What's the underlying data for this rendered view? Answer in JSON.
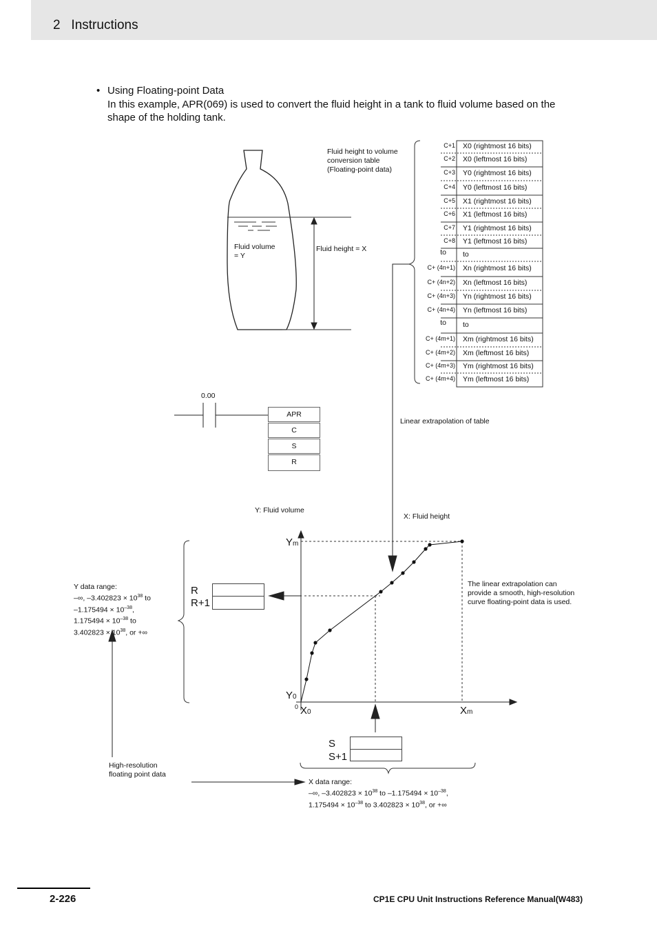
{
  "header": {
    "section": "2",
    "title": "Instructions"
  },
  "intro": {
    "bullet": "•",
    "heading": "Using Floating-point Data",
    "text_line1": "In this example, APR(069) is used to convert the fluid height in a tank to fluid volume based on the",
    "text_line2": "shape of the holding tank."
  },
  "tank": {
    "volume_label_1": "Fluid volume",
    "volume_label_2": "= Y",
    "height_label": "Fluid height = X"
  },
  "table": {
    "caption_1": "Fluid height to volume",
    "caption_2": "conversion table",
    "caption_3": "(Floating-point data)",
    "rows": [
      {
        "addr": "C+1",
        "text": "X0 (rightmost 16 bits)"
      },
      {
        "addr": "C+2",
        "text": "X0 (leftmost 16 bits)"
      },
      {
        "addr": "C+3",
        "text": "Y0 (rightmost 16 bits)"
      },
      {
        "addr": "C+4",
        "text": "Y0 (leftmost 16 bits)"
      },
      {
        "addr": "C+5",
        "text": "X1 (rightmost 16 bits)"
      },
      {
        "addr": "C+6",
        "text": "X1 (leftmost 16 bits)"
      },
      {
        "addr": "C+7",
        "text": "Y1 (rightmost 16 bits)"
      },
      {
        "addr": "C+8",
        "text": "Y1 (leftmost 16 bits)"
      },
      {
        "addr": "to",
        "text": "to"
      },
      {
        "addr": "C+ (4n+1)",
        "text": "Xn (rightmost 16 bits)"
      },
      {
        "addr": "C+ (4n+2)",
        "text": "Xn (leftmost 16 bits)"
      },
      {
        "addr": "C+ (4n+3)",
        "text": "Yn (rightmost 16 bits)"
      },
      {
        "addr": "C+ (4n+4)",
        "text": "Yn (leftmost 16 bits)"
      },
      {
        "addr": "to",
        "text": "to"
      },
      {
        "addr": "C+ (4m+1)",
        "text": "Xm (rightmost 16 bits)"
      },
      {
        "addr": "C+ (4m+2)",
        "text": "Xm (leftmost 16 bits)"
      },
      {
        "addr": "C+ (4m+3)",
        "text": "Ym (rightmost 16 bits)"
      },
      {
        "addr": "C+ (4m+4)",
        "text": "Ym (leftmost 16 bits)"
      }
    ]
  },
  "ladder": {
    "contact": "0.00",
    "instr": "APR",
    "op1": "C",
    "op2": "S",
    "op3": "R"
  },
  "labels": {
    "linear_extrapolation": "Linear extrapolation of table",
    "y_axis": "Y: Fluid volume",
    "x_axis": "X: Fluid height",
    "ym": "Ym",
    "y0": "Y0",
    "origin": "0",
    "x0": "X0",
    "xm": "Xm",
    "r": "R",
    "r1": "R+1",
    "s": "S",
    "s1": "S+1",
    "note_1": "The linear extrapolation can",
    "note_2": "provide a smooth, high-resolution",
    "note_3": "curve floating-point data is used.",
    "yrange_title": "Y data range:",
    "xrange_title": "X data range:",
    "highres_1": "High-resolution",
    "highres_2": "floating point data"
  },
  "footer": {
    "page": "2-226",
    "manual": "CP1E CPU Unit Instructions Reference Manual(W483)"
  }
}
